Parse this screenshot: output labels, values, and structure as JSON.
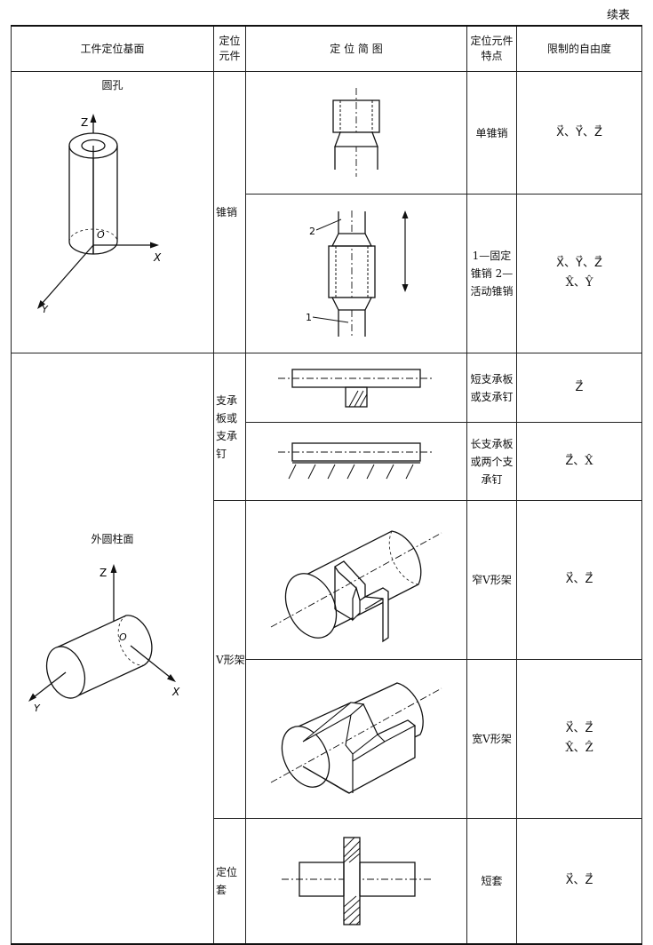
{
  "continuation": "续表",
  "header": {
    "surface": "工件定位基面",
    "element": "定位元件",
    "diagram": "定 位 简 图",
    "feature": "定位元件特点",
    "dof": "限制的自由度"
  },
  "groups": [
    {
      "surface": "圆孔",
      "axes": [
        "Z",
        "O",
        "X",
        "Y"
      ],
      "elements": [
        {
          "name": "锥销",
          "rows": [
            {
              "feature": "单锥销",
              "dof": [
                "X⃗、Y⃗、Z⃗"
              ]
            },
            {
              "feature": "1—固定锥销 2—活动锥销",
              "dof": [
                "X⃗、Y⃗、Z⃗",
                "X̂、Ŷ"
              ],
              "labels": [
                "2",
                "1"
              ]
            }
          ]
        }
      ]
    },
    {
      "surface": "外圆柱面",
      "axes": [
        "Z",
        "O",
        "X",
        "Y"
      ],
      "elements": [
        {
          "name": "支承板或支承钉",
          "rows": [
            {
              "feature": "短支承板或支承钉",
              "dof": [
                "Z⃗"
              ]
            },
            {
              "feature": "长支承板或两个支承钉",
              "dof": [
                "Z⃗、X̂"
              ]
            }
          ]
        },
        {
          "name": "V形架",
          "rows": [
            {
              "feature": "窄V形架",
              "dof": [
                "X⃗、Z⃗"
              ]
            },
            {
              "feature": "宽V形架",
              "dof": [
                "X⃗、Z⃗",
                "X̂、Ẑ"
              ]
            }
          ]
        },
        {
          "name": "定位套",
          "rows": [
            {
              "feature": "短套",
              "dof": [
                "X⃗、Z⃗"
              ]
            }
          ]
        }
      ]
    }
  ]
}
